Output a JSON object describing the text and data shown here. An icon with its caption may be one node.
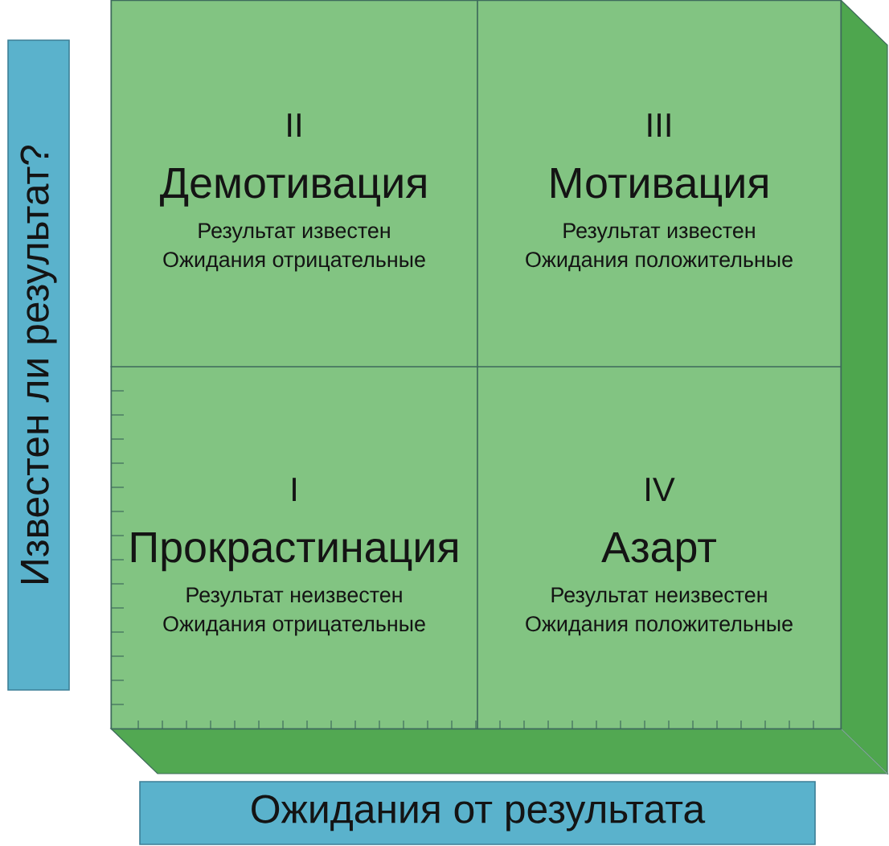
{
  "diagram": {
    "nodes": [
      {
        "text": [],
        "shape": "box"
      },
      {
        "text": [
          "II",
          "Демотивация",
          "Результат известен",
          "Ожидания отрицательные"
        ],
        "in": 0
      },
      {
        "text": [
          "III",
          "Мотивация",
          "Результат известен",
          "Ожидания положительные"
        ],
        "in": 0
      },
      {
        "text": [
          "I",
          "Прокрастинация",
          "Результат неизвестен",
          "Ожидания отрицательные"
        ],
        "in": 0
      },
      {
        "text": [
          "IV",
          "Азарт",
          "Результат неизвестен",
          "Ожидания положительные"
        ],
        "in": 0
      },
      {
        "text": [
          "Известен ли результат?"
        ]
      },
      {
        "text": [
          "Ожидания от результата"
        ]
      }
    ]
  }
}
